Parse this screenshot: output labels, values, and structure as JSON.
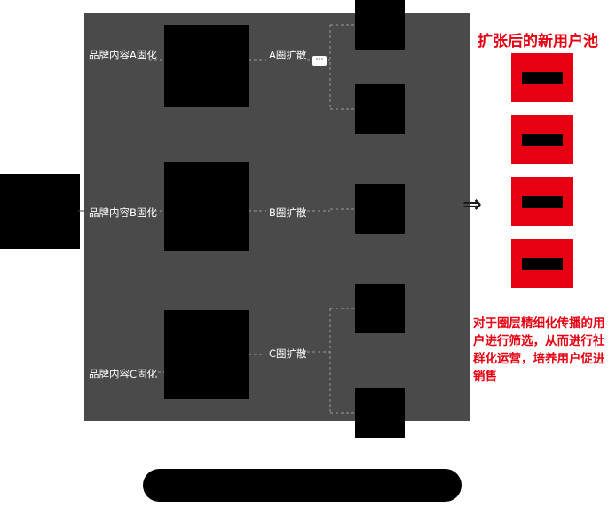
{
  "colors": {
    "background": "#ffffff",
    "panel_bg": "#4a4a4a",
    "box_black": "#000000",
    "accent_red": "#e60012",
    "connector_gray": "#9a9a9a"
  },
  "panel": {
    "rows": [
      {
        "content_label": "品牌内容A固化",
        "spread_label": "A圈扩散"
      },
      {
        "content_label": "品牌内容B固化",
        "spread_label": "B圈扩散"
      },
      {
        "content_label": "品牌内容C固化",
        "spread_label": "C圈扩散"
      }
    ]
  },
  "right_panel": {
    "title": "扩张后的新用户池",
    "note": "对于圈层精细化传播的用户进行筛选，从而进行社群化运营，培养用户促进销售"
  },
  "icons": {
    "arrow_right": "⇒",
    "ellipsis": "⋯"
  }
}
